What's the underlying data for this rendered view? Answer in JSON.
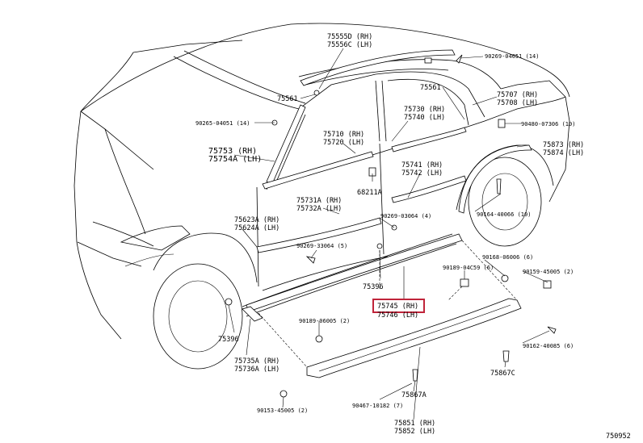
{
  "diagram_id": "750952",
  "highlight_color": "#c0243a",
  "callouts": {
    "c75555": {
      "line1": "75555D (RH)",
      "line2": "75556C (LH)"
    },
    "c90269_04051": "90269-04051 (14)",
    "c75561_a": "75561",
    "c75561_b": "75561",
    "c75707": {
      "line1": "75707 (RH)",
      "line2": "75708 (LH)"
    },
    "c90265": "90265-04051 (14)",
    "c75730": {
      "line1": "75730 (RH)",
      "line2": "75740 (LH)"
    },
    "c90480": "90480-07306 (10)",
    "c75710": {
      "line1": "75710 (RH)",
      "line2": "75720 (LH)"
    },
    "c75753": {
      "line1": "75753 (RH)",
      "line2": "75754A (LH)"
    },
    "c75873": {
      "line1": "75873 (RH)",
      "line2": "75874 (LH)"
    },
    "c75741": {
      "line1": "75741 (RH)",
      "line2": "75742 (LH)"
    },
    "c68211": "68211A",
    "c75731": {
      "line1": "75731A (RH)",
      "line2": "75732A (LH)"
    },
    "c90164": "90164-40066 (10)",
    "c90269_03064": "90269-03064 (4)",
    "c75623": {
      "line1": "75623A (RH)",
      "line2": "75624A (LH)"
    },
    "c90269_33064": "90269-33064 (5)",
    "c90168": "90168-06006 (6)",
    "c90189_04c59": "90189-04C59 (6)",
    "c90159_45005": "90159-45005 (2)",
    "c75396_a": "75396",
    "c75745": {
      "line1": "75745 (RH)",
      "line2": "75746 (LH)"
    },
    "c90189_06005": "90189-06005 (2)",
    "c75396_b": "75396",
    "c90162": "90162-40085 (6)",
    "c75735": {
      "line1": "75735A (RH)",
      "line2": "75736A (LH)"
    },
    "c75867c": "75867C",
    "c75867a": "75867A",
    "c90153": "90153-45005 (2)",
    "c90467": "90467-10182 (7)",
    "c75851": {
      "line1": "75851 (RH)",
      "line2": "75852 (LH)"
    }
  }
}
